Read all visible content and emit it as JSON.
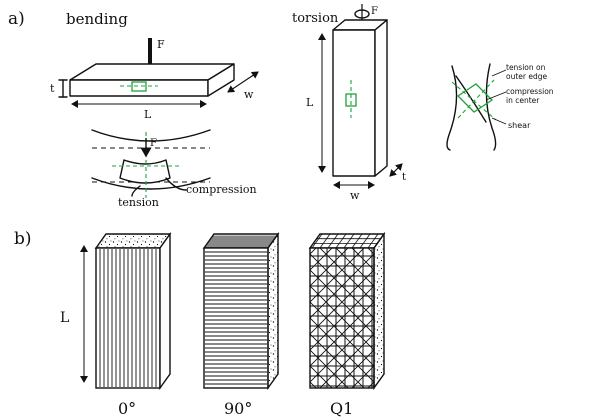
{
  "colors": {
    "ink": "#111111",
    "strain_element": "#1fa13a",
    "background": "#ffffff"
  },
  "part_a": {
    "label": "a)",
    "bending": {
      "title": "bending",
      "force_label": "F",
      "thickness_label": "t",
      "length_label": "L",
      "width_label": "w",
      "tension_label": "tension",
      "compression_label": "compression"
    },
    "torsion": {
      "title": "torsion",
      "torque_label": "F",
      "length_label": "L",
      "width_label": "w",
      "thickness_label": "t",
      "tension_label_line1": "tension on",
      "tension_label_line2": "outer edge",
      "compression_label_line1": "compression",
      "compression_label_line2": "in center",
      "shear_label": "shear"
    }
  },
  "part_b": {
    "label": "b)",
    "length_label": "L",
    "specimens": [
      {
        "label": "0°",
        "fiber": "longitudinal"
      },
      {
        "label": "90°",
        "fiber": "transverse"
      },
      {
        "label": "Q1",
        "fiber": "quasi-isotropic"
      }
    ]
  }
}
